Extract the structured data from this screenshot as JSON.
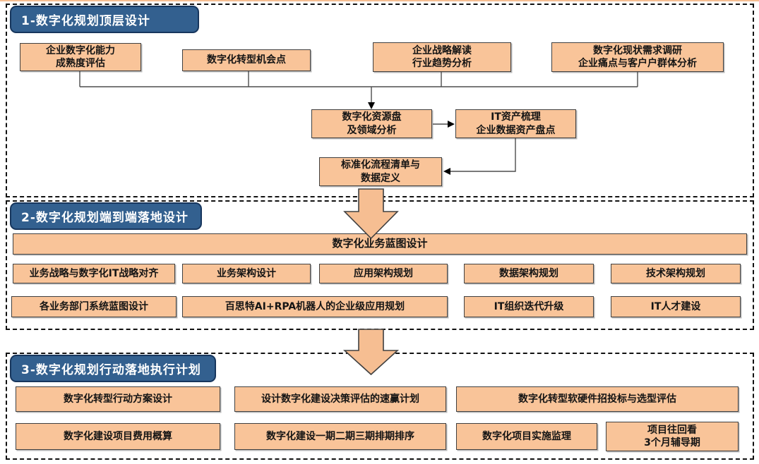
{
  "colors": {
    "box_fill": "#F9C499",
    "box_border": "#404040",
    "arrow_fill": "#F6BE92",
    "header_fill": "#33608F",
    "header_border": "#17365D",
    "header_text": "#FFFFFF",
    "connector": "#4D4D4D",
    "dashed_border": "#111111"
  },
  "section1": {
    "title": "1-数字化规划顶层设计",
    "top_row": [
      {
        "text": "企业数字化能力\n成熟度评估"
      },
      {
        "text": "数字化转型机会点"
      },
      {
        "text": "企业战略解读\n行业趋势分析"
      },
      {
        "text": "数字化现状需求调研\n企业痛点与客户户群体分析"
      }
    ],
    "mid_boxes": [
      {
        "text": "数字化资源盘\n及领域分析"
      },
      {
        "text": "IT资产梳理\n企业数据资产盘点"
      },
      {
        "text": "标准化流程清单与\n数据定义"
      }
    ]
  },
  "section2": {
    "title": "2-数字化规划端到端落地设计",
    "banner": "数字化业务蓝图设计",
    "row1": [
      "业务战略与数字化IT战略对齐",
      "业务架构设计",
      "应用架构规划",
      "数据架构规划",
      "技术架构规划"
    ],
    "row2": [
      "各业务部门系统蓝图设计",
      "百思特AI+RPA机器人的企业级应用规划",
      "IT组织迭代升级",
      "IT人才建设"
    ]
  },
  "section3": {
    "title": "3-数字化规划行动落地执行计划",
    "row1": [
      "数字化转型行动方案设计",
      "设计数字化建设决策评估的速赢计划",
      "数字化转型软硬件招投标与选型评估"
    ],
    "row2": [
      "数字化建设项目费用概算",
      "数字化建设一期二期三期排期排序",
      "数字化项目实施监理",
      "项目往回看\n3个月辅导期"
    ]
  }
}
